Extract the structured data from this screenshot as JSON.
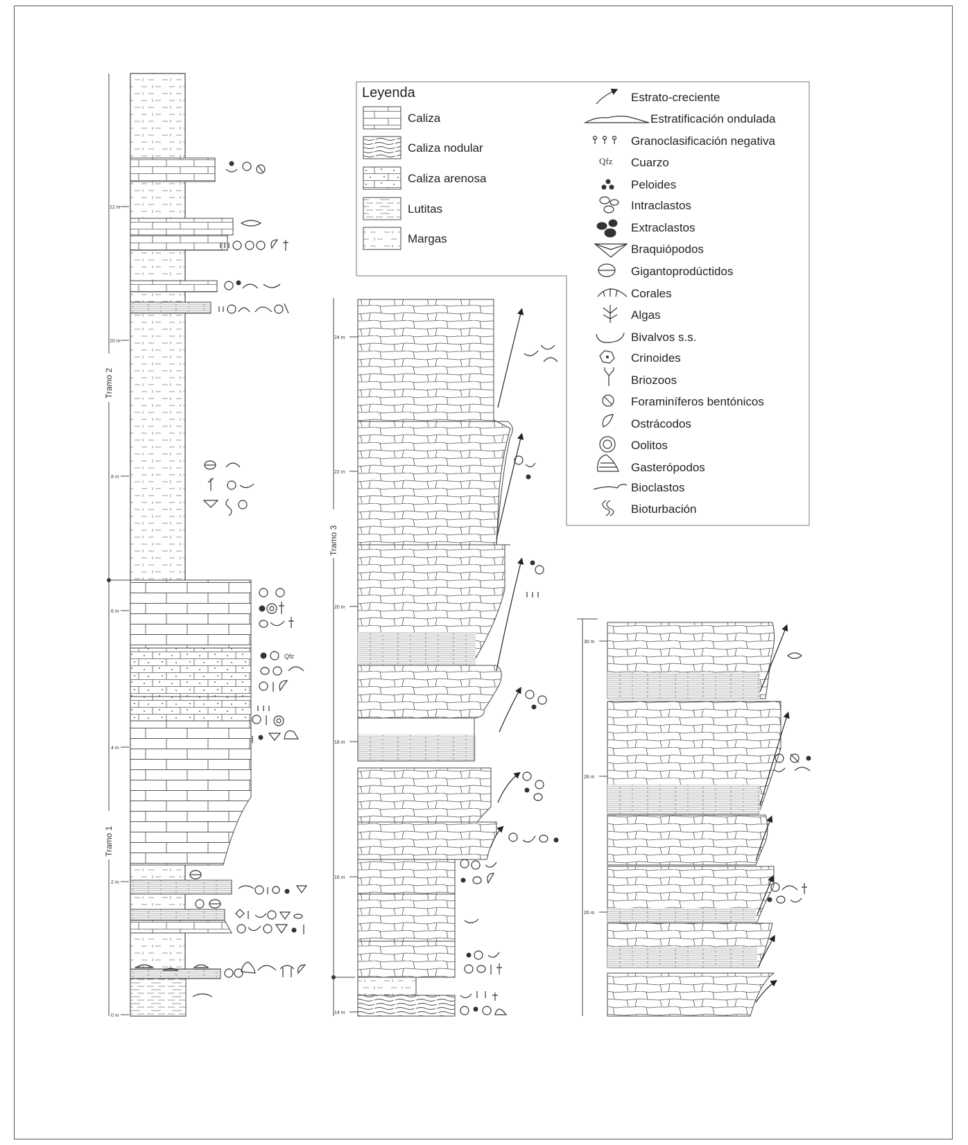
{
  "legend": {
    "title": "Leyenda",
    "lithologies": [
      {
        "key": "caliza",
        "label": "Caliza"
      },
      {
        "key": "caliza_nodular",
        "label": "Caliza nodular"
      },
      {
        "key": "caliza_arenosa",
        "label": "Caliza arenosa"
      },
      {
        "key": "lutitas",
        "label": "Lutitas"
      },
      {
        "key": "margas",
        "label": "Margas"
      }
    ],
    "symbols": [
      {
        "icon": "arrow-icon",
        "label": "Estrato-creciente"
      },
      {
        "icon": "wavy-bedding-icon",
        "label": "Estratificación ondulada"
      },
      {
        "icon": "negative-grading-icon",
        "label": "Granoclasificación negativa"
      },
      {
        "icon": "qfz-icon",
        "label": "Cuarzo"
      },
      {
        "icon": "peloid-icon",
        "label": "Peloides"
      },
      {
        "icon": "intraclast-icon",
        "label": "Intraclastos"
      },
      {
        "icon": "extraclast-icon",
        "label": "Extraclastos"
      },
      {
        "icon": "brachiopod-icon",
        "label": "Braquiópodos"
      },
      {
        "icon": "gigantoproductid-icon",
        "label": "Gigantoprodúctidos"
      },
      {
        "icon": "coral-icon",
        "label": "Corales"
      },
      {
        "icon": "algae-icon",
        "label": "Algas"
      },
      {
        "icon": "bivalve-icon",
        "label": "Bivalvos s.s."
      },
      {
        "icon": "crinoid-icon",
        "label": "Crinoides"
      },
      {
        "icon": "bryozoan-icon",
        "label": "Briozoos"
      },
      {
        "icon": "foraminifera-icon",
        "label": "Foraminíferos bentónicos"
      },
      {
        "icon": "ostracod-icon",
        "label": "Ostrácodos"
      },
      {
        "icon": "oolite-icon",
        "label": "Oolitos"
      },
      {
        "icon": "gastropod-icon",
        "label": "Gasterópodos"
      },
      {
        "icon": "bioclast-icon",
        "label": "Bioclastos"
      },
      {
        "icon": "bioturbation-icon",
        "label": "Bioturbación"
      }
    ],
    "qfz_glyph": "Qfz"
  },
  "columns": [
    {
      "key": "col1",
      "scale_ticks": [
        {
          "label": "0 m"
        },
        {
          "label": "2 m"
        },
        {
          "label": "4 m"
        },
        {
          "label": "6 m"
        },
        {
          "label": "8 m"
        },
        {
          "label": "10 m"
        },
        {
          "label": "12 m"
        }
      ],
      "tramos": [
        {
          "label": "Tramo 1"
        },
        {
          "label": "Tramo 2"
        }
      ]
    },
    {
      "key": "col2",
      "scale_ticks": [
        {
          "label": "14 m"
        },
        {
          "label": "16 m"
        },
        {
          "label": "18 m"
        },
        {
          "label": "20 m"
        },
        {
          "label": "22 m"
        },
        {
          "label": "24 m"
        }
      ],
      "tramos": [
        {
          "label": "Tramo 3"
        }
      ]
    },
    {
      "key": "col3",
      "scale_ticks": [
        {
          "label": "26 m"
        },
        {
          "label": "28 m"
        },
        {
          "label": "30 m"
        }
      ],
      "tramos": []
    }
  ]
}
